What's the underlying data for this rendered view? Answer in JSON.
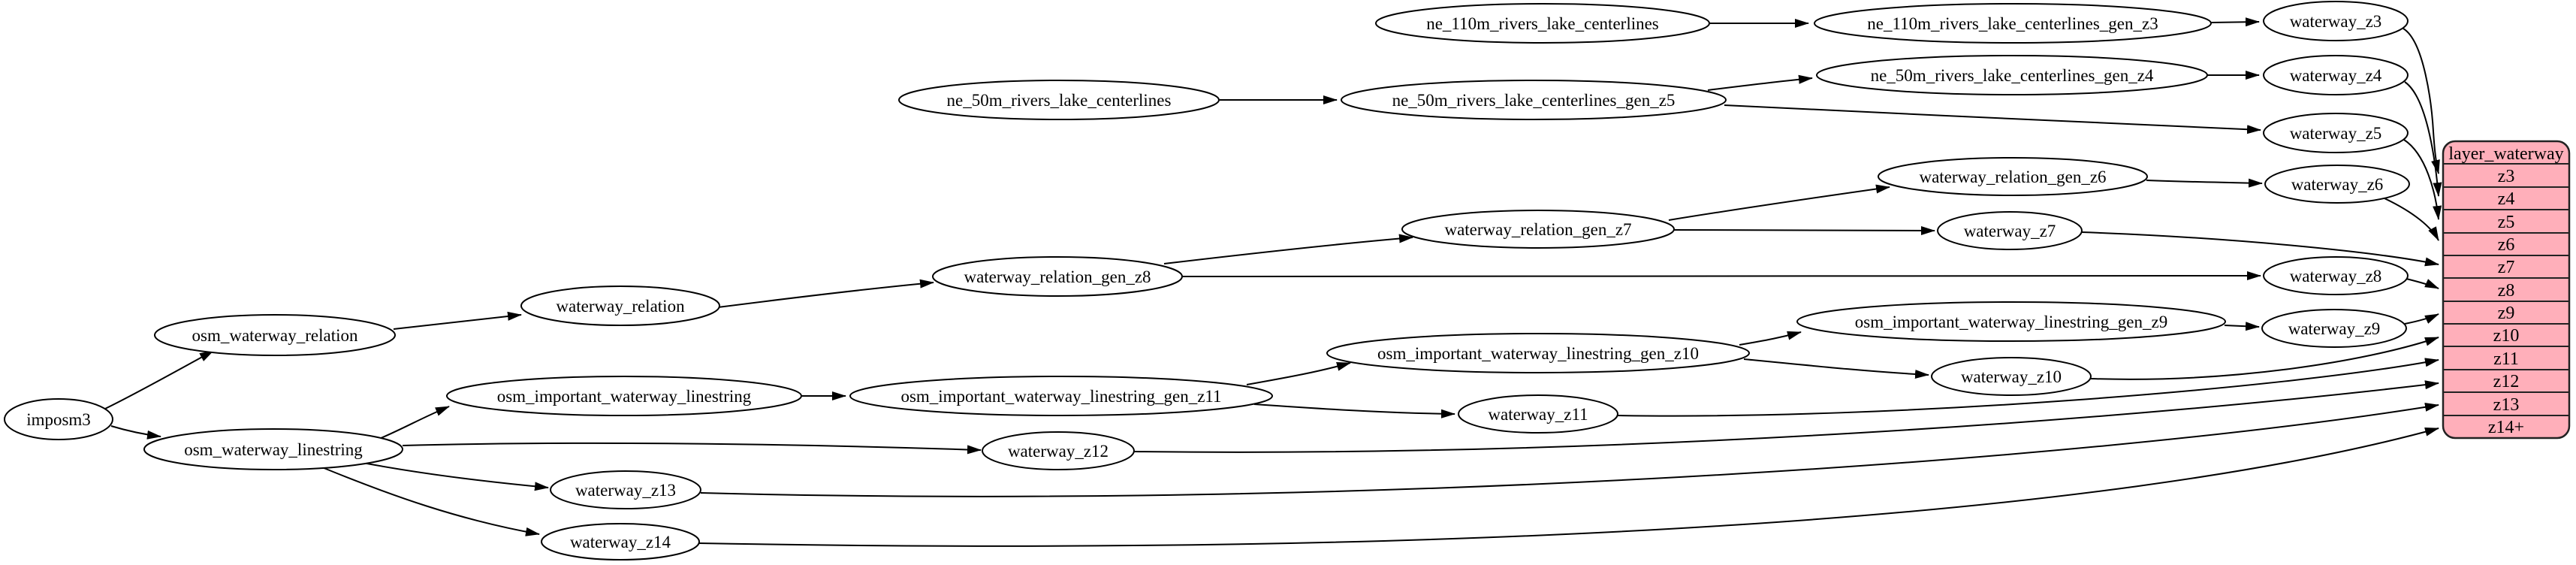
{
  "colors": {
    "background": "#ffffff",
    "edge": "#000000",
    "node_fill": "#ffffff",
    "node_stroke": "#000000",
    "table_fill": "#ffafba",
    "table_stroke": "#222222"
  },
  "nodes": {
    "imposm3": {
      "label": "imposm3"
    },
    "osm_waterway_relation": {
      "label": "osm_waterway_relation"
    },
    "osm_waterway_linestring": {
      "label": "osm_waterway_linestring"
    },
    "waterway_relation": {
      "label": "waterway_relation"
    },
    "osm_important_waterway_linestring": {
      "label": "osm_important_waterway_linestring"
    },
    "waterway_z13": {
      "label": "waterway_z13"
    },
    "waterway_z14": {
      "label": "waterway_z14"
    },
    "ne_50m_rivers_lake_centerlines": {
      "label": "ne_50m_rivers_lake_centerlines"
    },
    "waterway_relation_gen_z8": {
      "label": "waterway_relation_gen_z8"
    },
    "osm_important_waterway_linestring_gen_z11": {
      "label": "osm_important_waterway_linestring_gen_z11"
    },
    "waterway_z12": {
      "label": "waterway_z12"
    },
    "ne_110m_rivers_lake_centerlines": {
      "label": "ne_110m_rivers_lake_centerlines"
    },
    "ne_50m_rivers_lake_centerlines_gen_z5": {
      "label": "ne_50m_rivers_lake_centerlines_gen_z5"
    },
    "waterway_relation_gen_z7": {
      "label": "waterway_relation_gen_z7"
    },
    "osm_important_waterway_linestring_gen_z10": {
      "label": "osm_important_waterway_linestring_gen_z10"
    },
    "waterway_z11": {
      "label": "waterway_z11"
    },
    "ne_110m_rivers_lake_centerlines_gen_z3": {
      "label": "ne_110m_rivers_lake_centerlines_gen_z3"
    },
    "ne_50m_rivers_lake_centerlines_gen_z4": {
      "label": "ne_50m_rivers_lake_centerlines_gen_z4"
    },
    "waterway_relation_gen_z6": {
      "label": "waterway_relation_gen_z6"
    },
    "waterway_z7": {
      "label": "waterway_z7"
    },
    "osm_important_waterway_linestring_gen_z9": {
      "label": "osm_important_waterway_linestring_gen_z9"
    },
    "waterway_z10": {
      "label": "waterway_z10"
    },
    "waterway_z3": {
      "label": "waterway_z3"
    },
    "waterway_z4": {
      "label": "waterway_z4"
    },
    "waterway_z5": {
      "label": "waterway_z5"
    },
    "waterway_z6": {
      "label": "waterway_z6"
    },
    "waterway_z8": {
      "label": "waterway_z8"
    },
    "waterway_z9": {
      "label": "waterway_z9"
    }
  },
  "table": {
    "title": "layer_waterway",
    "rows": [
      "z3",
      "z4",
      "z5",
      "z6",
      "z7",
      "z8",
      "z9",
      "z10",
      "z11",
      "z12",
      "z13",
      "z14+"
    ]
  },
  "edges": [
    [
      "imposm3",
      "osm_waterway_relation"
    ],
    [
      "imposm3",
      "osm_waterway_linestring"
    ],
    [
      "osm_waterway_relation",
      "waterway_relation"
    ],
    [
      "osm_waterway_linestring",
      "osm_important_waterway_linestring"
    ],
    [
      "osm_waterway_linestring",
      "waterway_z12"
    ],
    [
      "osm_waterway_linestring",
      "waterway_z13"
    ],
    [
      "osm_waterway_linestring",
      "waterway_z14"
    ],
    [
      "waterway_relation",
      "waterway_relation_gen_z8"
    ],
    [
      "waterway_relation_gen_z8",
      "waterway_relation_gen_z7"
    ],
    [
      "waterway_relation_gen_z8",
      "waterway_z8"
    ],
    [
      "waterway_relation_gen_z7",
      "waterway_relation_gen_z6"
    ],
    [
      "waterway_relation_gen_z7",
      "waterway_z7"
    ],
    [
      "waterway_relation_gen_z6",
      "waterway_z6"
    ],
    [
      "osm_important_waterway_linestring",
      "osm_important_waterway_linestring_gen_z11"
    ],
    [
      "osm_important_waterway_linestring_gen_z11",
      "osm_important_waterway_linestring_gen_z10"
    ],
    [
      "osm_important_waterway_linestring_gen_z11",
      "waterway_z11"
    ],
    [
      "osm_important_waterway_linestring_gen_z10",
      "osm_important_waterway_linestring_gen_z9"
    ],
    [
      "osm_important_waterway_linestring_gen_z10",
      "waterway_z10"
    ],
    [
      "osm_important_waterway_linestring_gen_z9",
      "waterway_z9"
    ],
    [
      "ne_110m_rivers_lake_centerlines",
      "ne_110m_rivers_lake_centerlines_gen_z3"
    ],
    [
      "ne_110m_rivers_lake_centerlines_gen_z3",
      "waterway_z3"
    ],
    [
      "ne_50m_rivers_lake_centerlines",
      "ne_50m_rivers_lake_centerlines_gen_z5"
    ],
    [
      "ne_50m_rivers_lake_centerlines_gen_z5",
      "ne_50m_rivers_lake_centerlines_gen_z4"
    ],
    [
      "ne_50m_rivers_lake_centerlines_gen_z5",
      "waterway_z5"
    ],
    [
      "ne_50m_rivers_lake_centerlines_gen_z4",
      "waterway_z4"
    ],
    [
      "waterway_z3",
      "layer_waterway.z3"
    ],
    [
      "waterway_z4",
      "layer_waterway.z4"
    ],
    [
      "waterway_z5",
      "layer_waterway.z5"
    ],
    [
      "waterway_z6",
      "layer_waterway.z6"
    ],
    [
      "waterway_z7",
      "layer_waterway.z7"
    ],
    [
      "waterway_z8",
      "layer_waterway.z8"
    ],
    [
      "waterway_z9",
      "layer_waterway.z9"
    ],
    [
      "waterway_z10",
      "layer_waterway.z10"
    ],
    [
      "waterway_z11",
      "layer_waterway.z11"
    ],
    [
      "waterway_z12",
      "layer_waterway.z12"
    ],
    [
      "waterway_z13",
      "layer_waterway.z13"
    ],
    [
      "waterway_z14",
      "layer_waterway.z14+"
    ]
  ]
}
